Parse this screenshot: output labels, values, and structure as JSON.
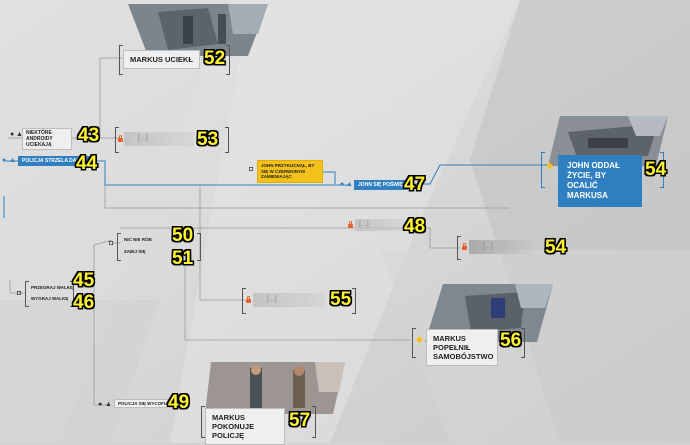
{
  "nodes": {
    "markus_escaped": "MARKUS UCIEKŁ",
    "some_androids_escape": "NIEKTÓRE ANDROIDY UCIEKAJĄ",
    "police_shoot": "POLICJA STRZELA DALEJ",
    "john_sacrifice_wish": "JOHN PRZYKUCNĄŁ, BY SIĘ W CZERWONYM ZAMIENIAJĄC",
    "john_sacrifices": "JOHN SIĘ POŚWIĘCA",
    "john_gave_life": "JOHN ODDAŁ ŻYCIE, BY OCALIĆ MARKUSA",
    "do_nothing": "NIC NIE RÓB",
    "surrender": "ZABIJ SIĘ",
    "lose_fight": "PRZEGRAJ WALKĘ",
    "win_fight": "WYGRAJ WALKĘ",
    "markus_suicide": "MARKUS POPEŁNIŁ SAMOBÓJSTWO",
    "police_retreat": "POLICJA SIĘ WYCOFUJE",
    "markus_defeats_police": "MARKUS POKONUJE POLICJĘ",
    "locked_text": "[...]"
  },
  "numbers": {
    "n52": "52",
    "n43": "43",
    "n53": "53",
    "n44": "44",
    "n47": "47",
    "n54a": "54",
    "n48": "48",
    "n50": "50",
    "n51": "51",
    "n54b": "54",
    "n45": "45",
    "n46": "46",
    "n55": "55",
    "n56": "56",
    "n49": "49",
    "n57": "57"
  },
  "colors": {
    "accent_blue": "#2f7fc1",
    "accent_yellow": "#f2c11a",
    "lock_orange": "#e8612c",
    "annotation": "#fff22e"
  },
  "icons": [
    "warning-triangle-icon",
    "lock-icon",
    "chat-bubble-icon",
    "chapter-end-icon"
  ]
}
